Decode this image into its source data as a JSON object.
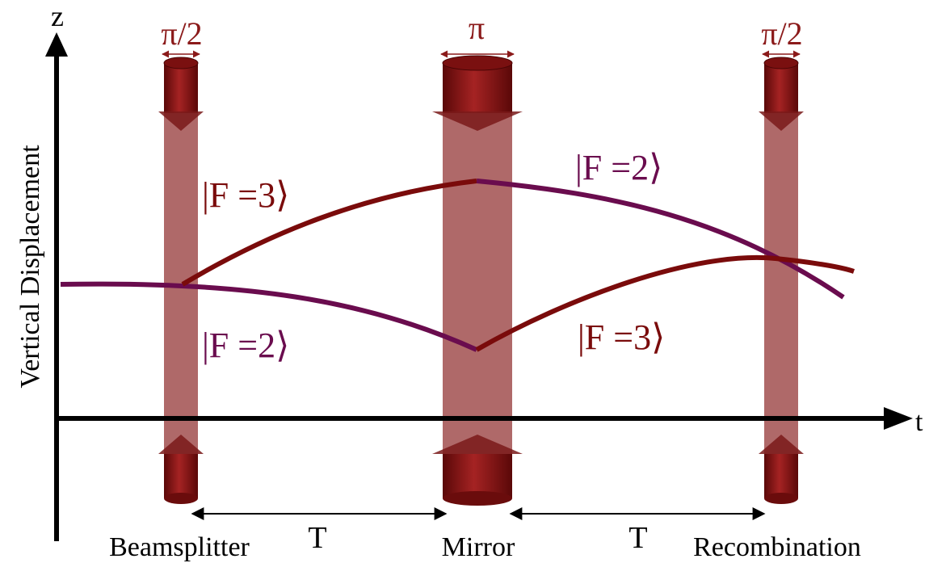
{
  "axes": {
    "y_axis_symbol": "z",
    "y_axis_label": "Vertical Displacement",
    "x_axis_symbol": "t"
  },
  "pulses": {
    "first_pulse_label": "π/2",
    "middle_pulse_label": "π",
    "last_pulse_label": "π/2"
  },
  "states": {
    "upper_left": "|F =3⟩",
    "lower_left": "|F =2⟩",
    "upper_right": "|F =2⟩",
    "lower_right": "|F =3⟩"
  },
  "intervals": {
    "first_interval": "T",
    "second_interval": "T"
  },
  "stages": {
    "beamsplitter": "Beamsplitter",
    "mirror": "Mirror",
    "recombination": "Recombination"
  },
  "colors": {
    "beam_color": "#8b1a1a",
    "beam_fill": "#a65959",
    "dark_red_path": "#7a0b0b",
    "purple_path": "#6a0c4e",
    "axis_color": "#000000"
  }
}
